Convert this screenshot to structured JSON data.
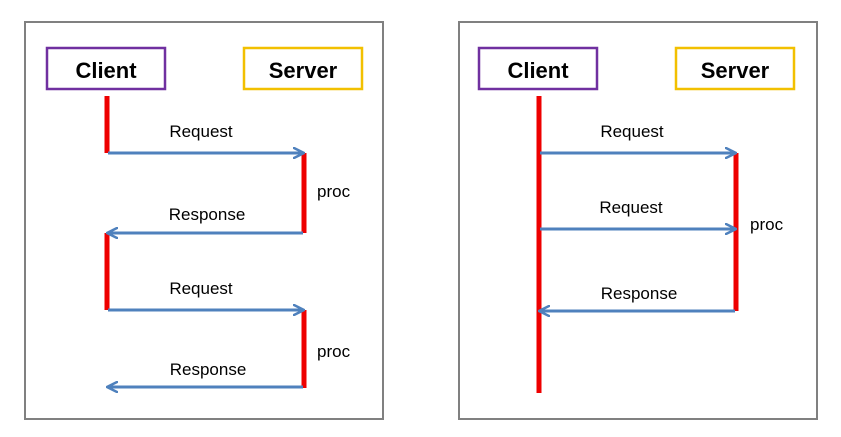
{
  "colors": {
    "frame": "#808080",
    "client_box": "#7030a0",
    "server_box": "#f2c000",
    "lifeline": "#ee0000",
    "arrow": "#4f81bd"
  },
  "panels": [
    {
      "client_label": "Client",
      "server_label": "Server",
      "messages": [
        "Request",
        "Response",
        "Request",
        "Response"
      ],
      "proc_labels": [
        "proc",
        "proc"
      ]
    },
    {
      "client_label": "Client",
      "server_label": "Server",
      "messages": [
        "Request",
        "Request",
        "Response"
      ],
      "proc_labels": [
        "proc"
      ]
    }
  ]
}
